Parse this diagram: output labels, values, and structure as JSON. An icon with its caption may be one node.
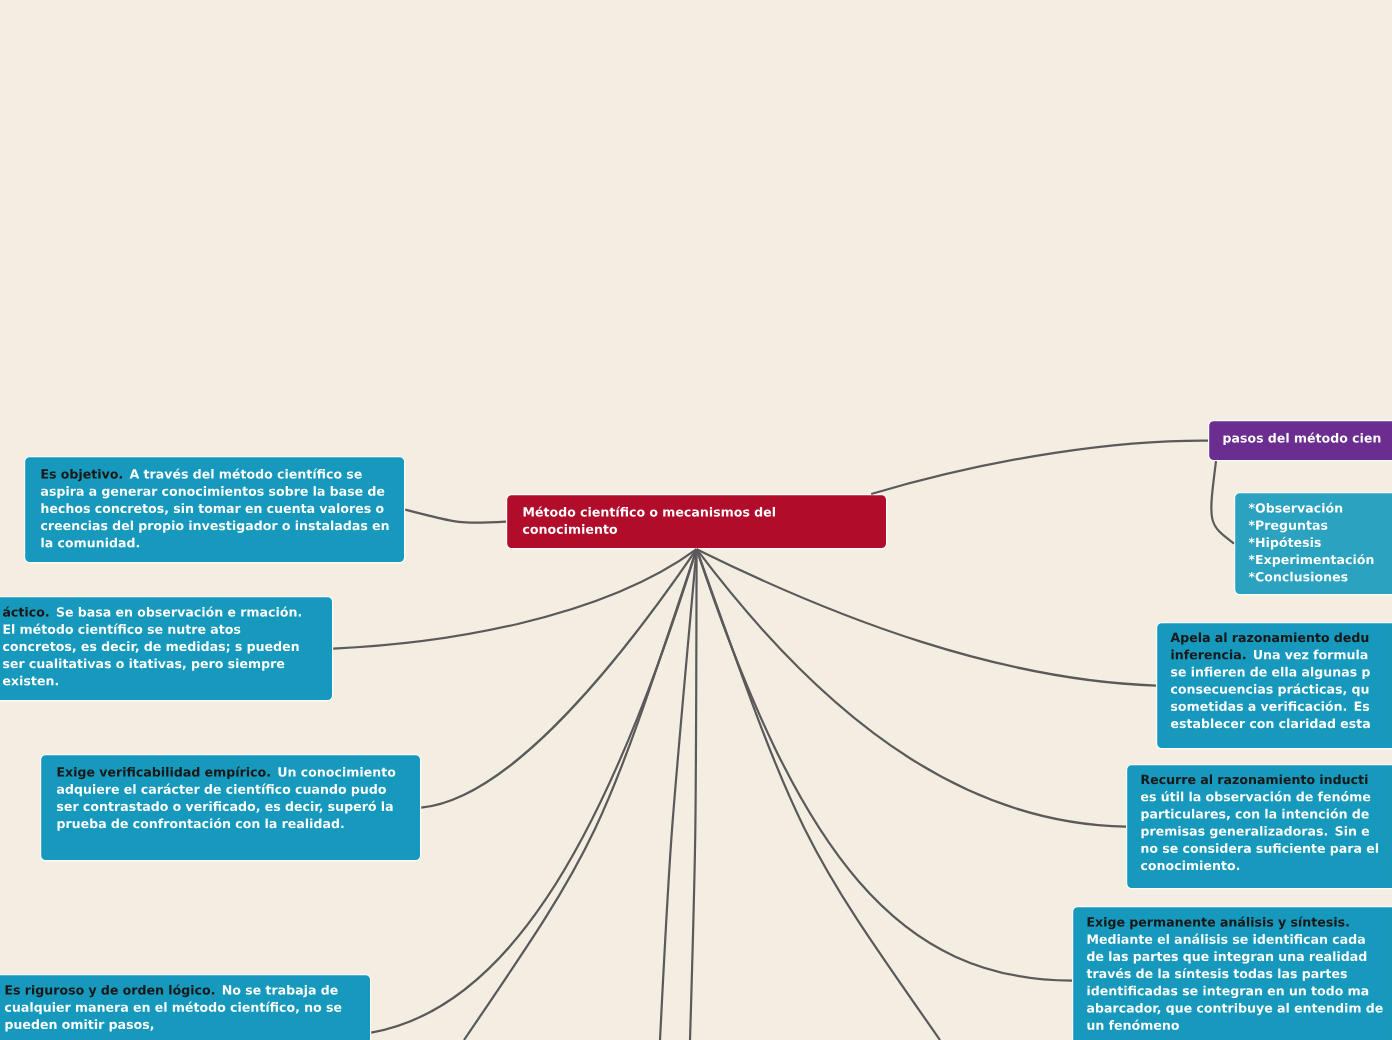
{
  "diagram": {
    "nodes": [
      {
        "text": [
          "Método científico o mecanismos del conocimiento"
        ]
      },
      {
        "text": [
          "pasos del método cien"
        ]
      },
      {
        "text": [
          "*Observación",
          "*Preguntas",
          "*Hipótesis",
          "*Experimentación",
          "*Conclusiones"
        ]
      },
      {
        "text": [
          "Es objetivo.",
          "A través del método científico se aspira a generar conocimientos sobre la base de hechos concretos, sin tomar en cuenta valores o creencias del propio investigador o instaladas en la comunidad."
        ]
      },
      {
        "text": [
          "áctico.",
          "Se basa en observación e rmación. El método científico se nutre atos concretos, es decir, de medidas; s pueden ser cualitativas o itativas, pero siempre existen."
        ]
      },
      {
        "text": [
          "Exige verificabilidad empírico.",
          "Un conocimiento adquiere el carácter de científico cuando pudo ser contrastado o verificado, es decir, superó la prueba de confrontación con la realidad."
        ]
      },
      {
        "text": [
          "Es riguroso y de orden lógico.",
          "No se trabaja de cualquier manera en el método científico, no se pueden omitir pasos,"
        ]
      },
      {
        "text": [
          "Apela al razonamiento dedu inferencia.",
          "Una vez formula se infieren de ella algunas p consecuencias prácticas, qu sometidas a verificación. Es establecer con claridad esta"
        ]
      },
      {
        "text": [
          "Recurre al razonamiento inducti",
          "es útil la observación de fenóme particulares, con la intención de premisas generalizadoras. Sin e no se considera suficiente para el conocimiento."
        ]
      },
      {
        "text": [
          "Exige permanente análisis y síntesis.",
          "Mediante el análisis se identifican cada de las partes que integran una realidad través de la síntesis todas las partes identificadas se integran en un todo ma abarcador, que contribuye al entendim de un fenómeno"
        ]
      }
    ],
    "edges": [
      {
        "from": 0,
        "to": 1,
        "arrow": "none"
      },
      {
        "from": 1,
        "to": 2,
        "arrow": "none"
      },
      {
        "from": 0,
        "to": 3,
        "arrow": "none"
      },
      {
        "from": 0,
        "to": 4,
        "arrow": "none"
      },
      {
        "from": 0,
        "to": 5,
        "arrow": "none"
      },
      {
        "from": 0,
        "to": 6,
        "arrow": "none"
      },
      {
        "from": 0,
        "to": 7,
        "arrow": "none"
      },
      {
        "from": 0,
        "to": 8,
        "arrow": "none"
      },
      {
        "from": 0,
        "to": 9,
        "arrow": "none"
      },
      {
        "from": 0,
        "to": null,
        "arrow": "none"
      },
      {
        "from": 0,
        "to": null,
        "arrow": "none"
      },
      {
        "from": 0,
        "to": null,
        "arrow": "none"
      },
      {
        "from": 0,
        "to": null,
        "arrow": "none"
      }
    ]
  }
}
